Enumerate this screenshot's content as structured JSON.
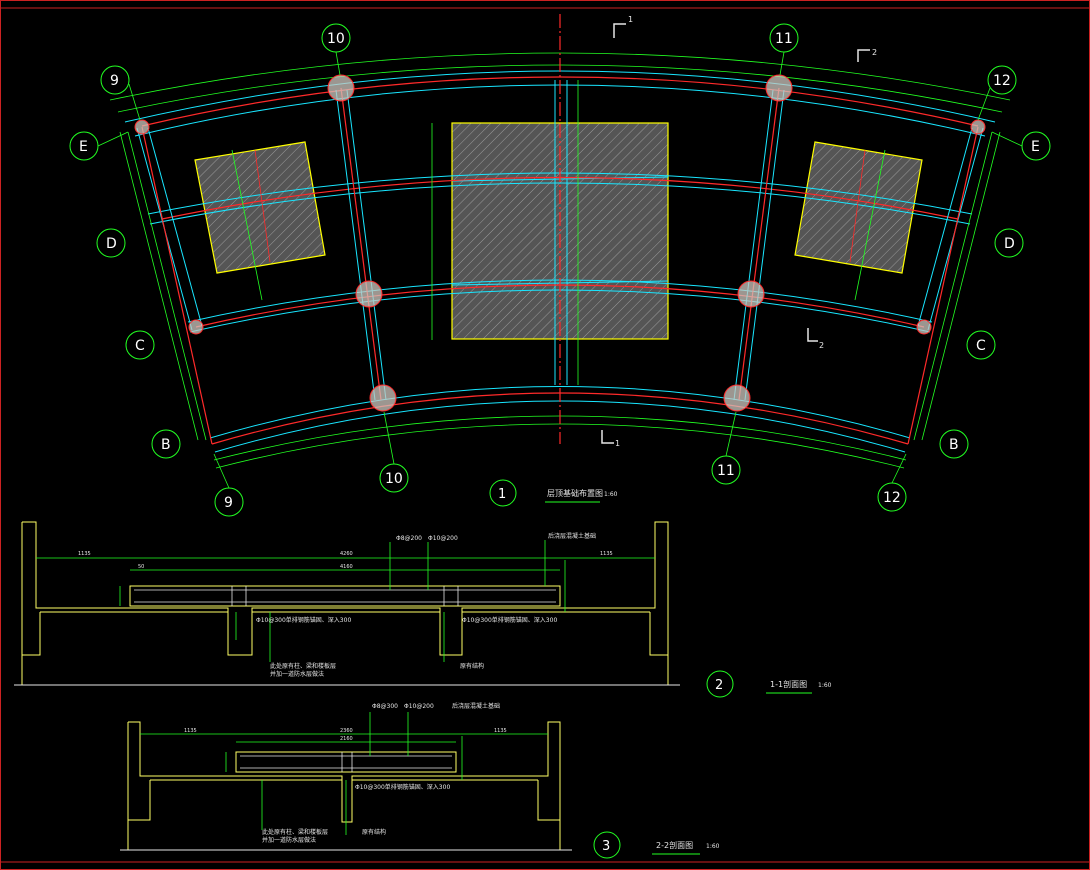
{
  "colors": {
    "background": "#000000",
    "grid_line": "#ff2a2a",
    "beam_outline": "#19e6ff",
    "dimension": "#22ff22",
    "hatch_border": "#ffff00",
    "hatch_fill": "#888888",
    "section_outline": "#ffff66",
    "text": "#e6e6e6",
    "bubble": "#22ff22"
  },
  "plan": {
    "axes": {
      "radial_top": [
        "9",
        "10",
        "11",
        "12"
      ],
      "radial_bottom": [
        "9",
        "10",
        "11",
        "12"
      ],
      "arc_left": [
        "E",
        "D",
        "C",
        "B"
      ],
      "arc_right": [
        "E",
        "D",
        "C",
        "B"
      ]
    },
    "section_mark_1": "1",
    "section_mark_2": "2",
    "title_number": "1",
    "title": "层顶基础布置图",
    "scale": "1:60"
  },
  "section_1_1": {
    "title_number": "2",
    "title": "1-1剖面图",
    "scale": "1:60",
    "dims_top": [
      "1135",
      "4260",
      "1135"
    ],
    "dim_inner": "4160",
    "dim_edge": "50",
    "note_top_1": "Φ8@200",
    "note_top_2": "Φ10@200",
    "note_top_3": "后浇层混凝土基础",
    "note_bottom_1": "Φ10@300单排钢筋锚固、深入300",
    "note_bottom_2": "Φ10@300单排钢筋锚固、深入300",
    "note_left_1": "此处原有柱、梁和楼板层",
    "note_left_2": "并加一道防水层做法",
    "note_right": "原有结构"
  },
  "section_2_2": {
    "title_number": "3",
    "title": "2-2剖面图",
    "scale": "1:60",
    "dims_top": [
      "1135",
      "2360",
      "1135"
    ],
    "dim_inner": "2160",
    "note_top_1": "Φ8@300",
    "note_top_2": "Φ10@200",
    "note_top_3": "后浇层混凝土基础",
    "note_bottom_1": "Φ10@300单排钢筋锚固、深入300",
    "note_left_1": "此处原有柱、梁和楼板层",
    "note_left_2": "并加一道防水层做法",
    "note_right": "原有结构"
  }
}
